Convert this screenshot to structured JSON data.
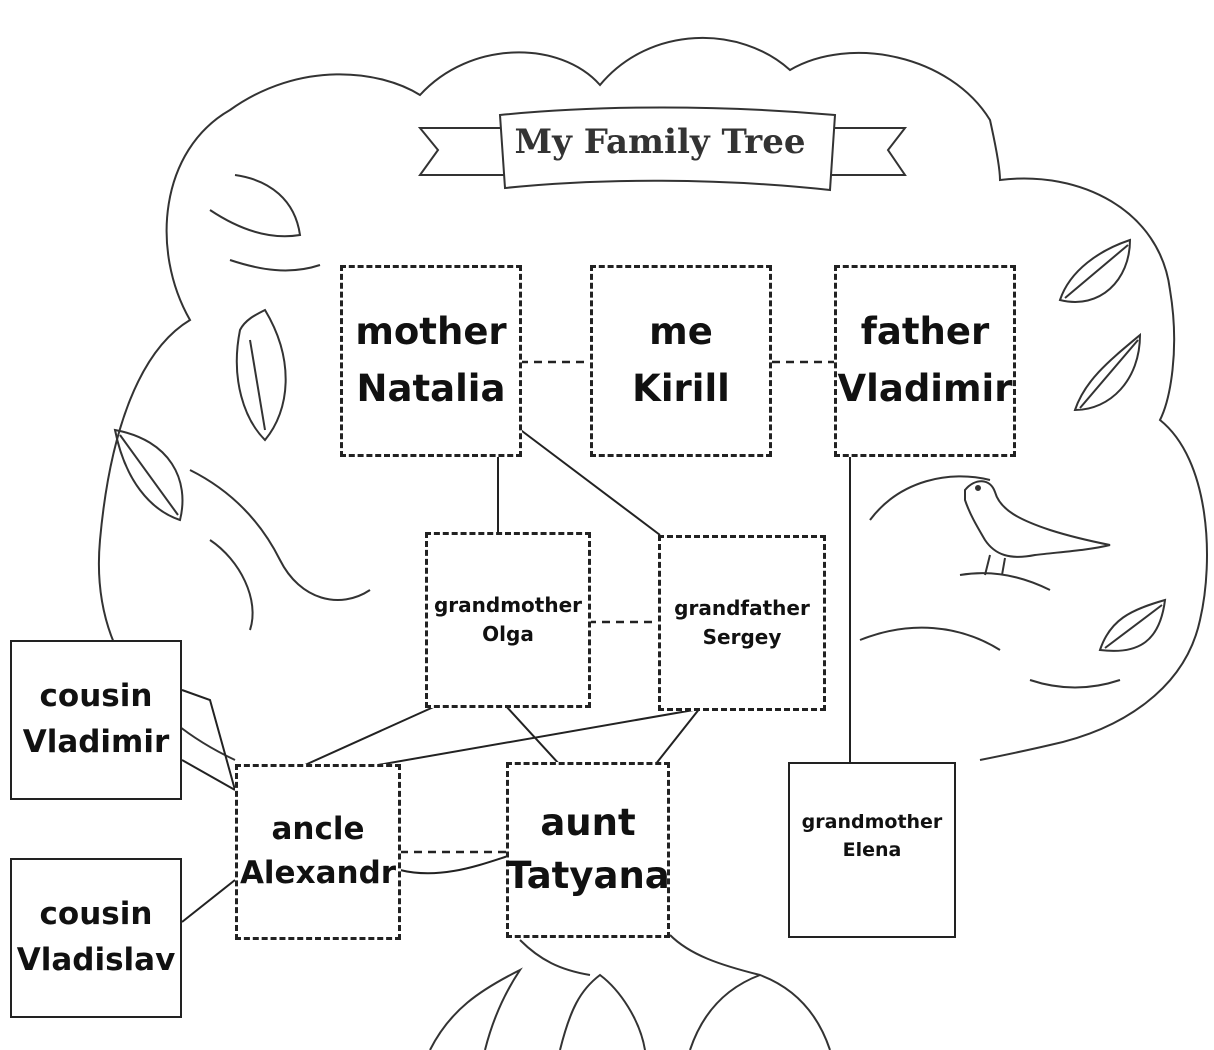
{
  "title": "My Family Tree",
  "nodes": {
    "mother": {
      "role": "mother",
      "name": "Natalia"
    },
    "me": {
      "role": "me",
      "name": "Kirill"
    },
    "father": {
      "role": "father",
      "name": "Vladimir"
    },
    "grandmother_olga": {
      "role": "grandmother",
      "name": "Olga"
    },
    "grandfather_sergey": {
      "role": "grandfather",
      "name": "Sergey"
    },
    "grandmother_elena": {
      "role": "grandmother",
      "name": "Elena"
    },
    "uncle": {
      "role": "ancle",
      "name": "Alexandr"
    },
    "aunt": {
      "role": "aunt",
      "name": "Tatyana"
    },
    "cousin_vladimir": {
      "role": "cousin",
      "name": "Vladimir"
    },
    "cousin_vladislav": {
      "role": "cousin",
      "name": "Vladislav"
    }
  }
}
